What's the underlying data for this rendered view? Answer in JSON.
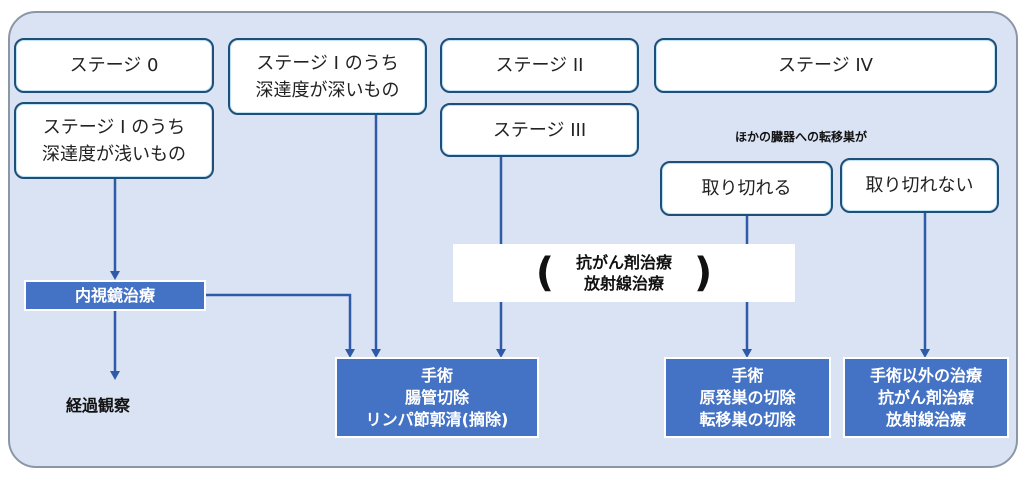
{
  "stages": {
    "stage0": "ステージ 0",
    "stage1_shallow": [
      "ステージ I のうち",
      "深達度が浅いもの"
    ],
    "stage1_deep": [
      "ステージ I のうち",
      "深達度が深いもの"
    ],
    "stage2": "ステージ II",
    "stage3": "ステージ III",
    "stage4": "ステージ IV"
  },
  "metastasis_label": "ほかの臓器への転移巣が",
  "metastasis_options": {
    "resectable": "取り切れる",
    "unresectable": "取り切れない"
  },
  "treatments": {
    "endoscopic": "内視鏡治療",
    "observation": "経過観察",
    "chemo_radio": [
      "抗がん剤治療",
      "放射線治療"
    ],
    "chemo_open_paren": "(",
    "chemo_close_paren": ")",
    "surgery_main": [
      "手術",
      "腸管切除",
      "リンパ節郭清(摘除)"
    ],
    "surgery_metastasis": [
      "手術",
      "原発巣の切除",
      "転移巣の切除"
    ],
    "non_surgery": [
      "手術以外の治療",
      "抗がん剤治療",
      "放射線治療"
    ]
  },
  "colors": {
    "panel_bg": "#dae3f3",
    "treatment_box": "#4472c4",
    "arrow": "#2f5aa8",
    "stage_border": "#1f4e79"
  }
}
